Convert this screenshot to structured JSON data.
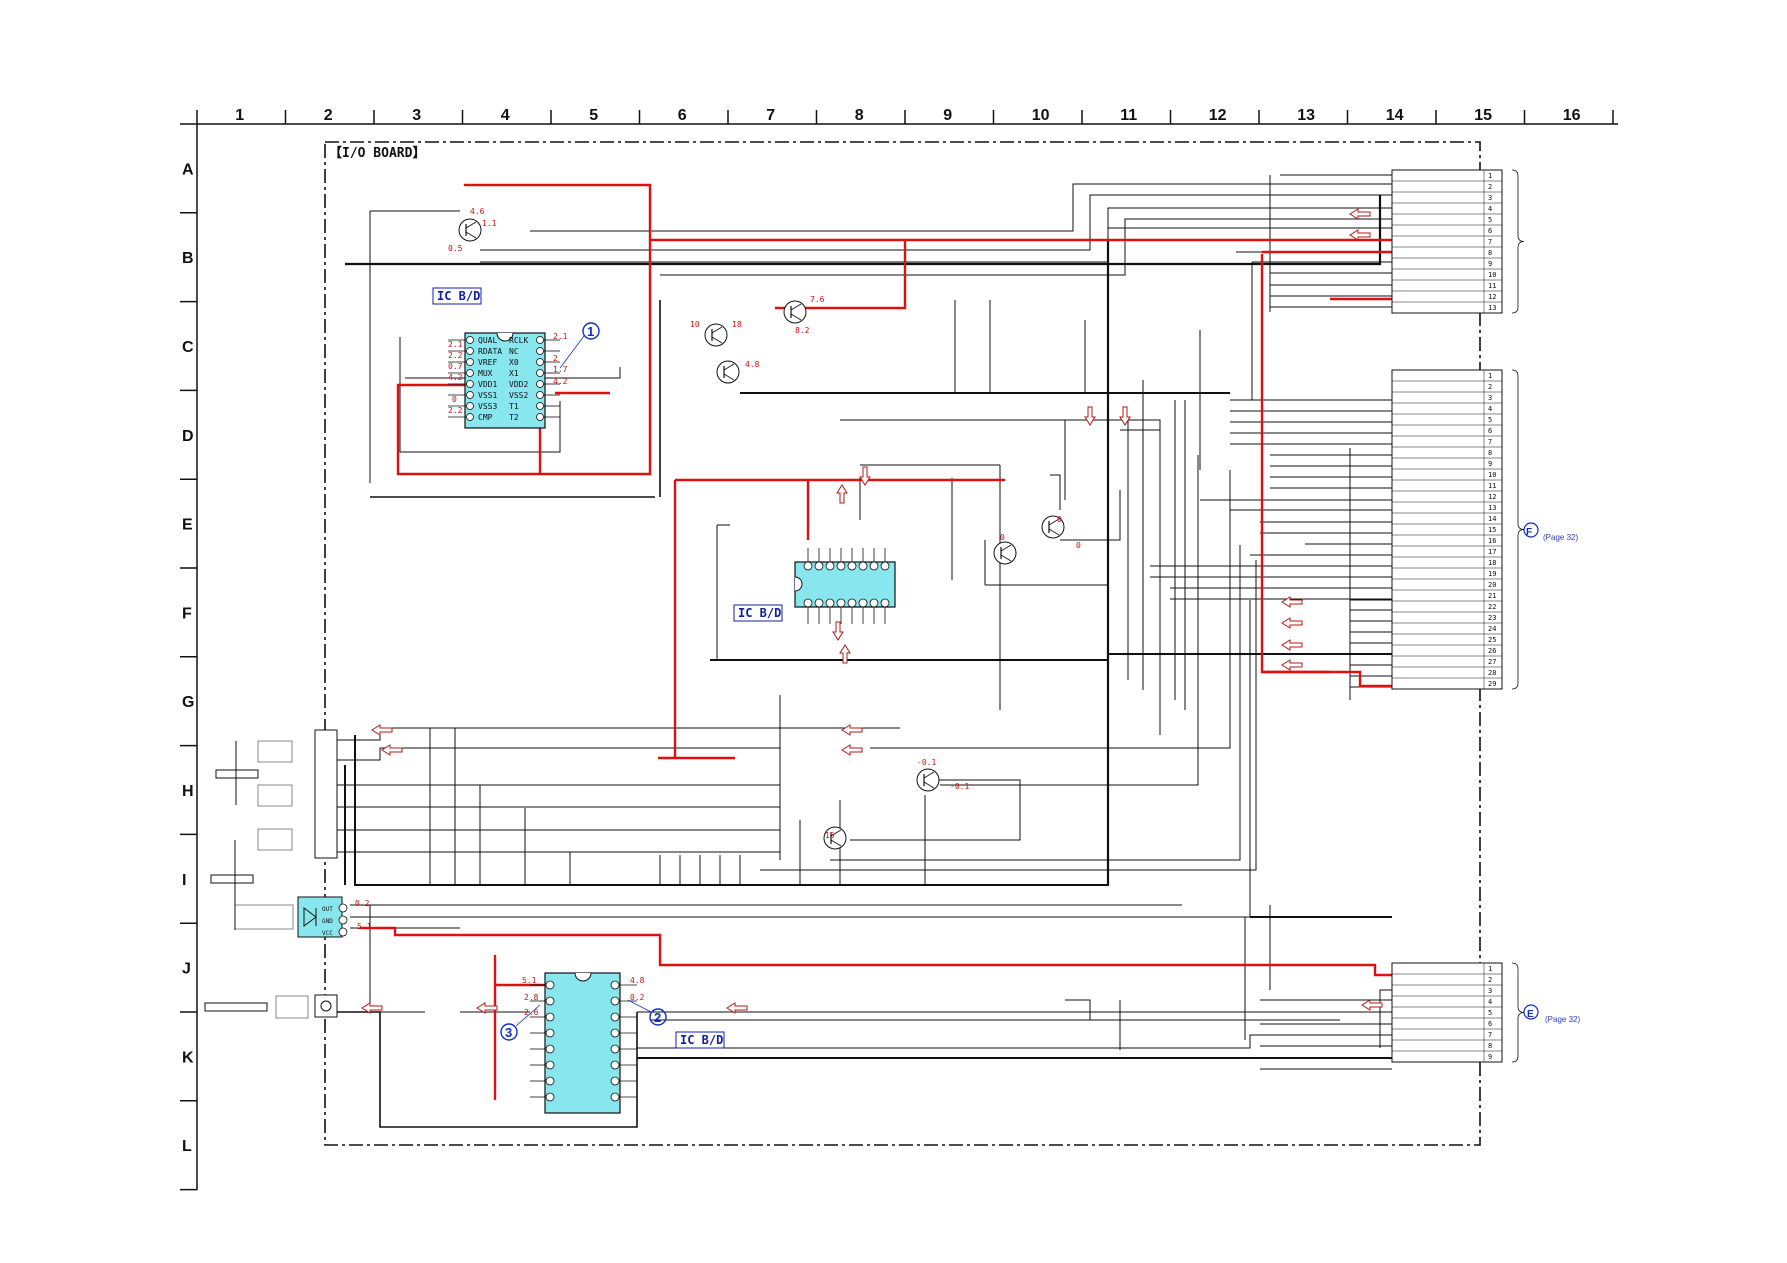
{
  "board_title": "【I/O BOARD】",
  "columns": [
    "1",
    "2",
    "3",
    "4",
    "5",
    "6",
    "7",
    "8",
    "9",
    "10",
    "11",
    "12",
    "13",
    "14",
    "15",
    "16"
  ],
  "rows": [
    "A",
    "B",
    "C",
    "D",
    "E",
    "F",
    "G",
    "H",
    "I",
    "J",
    "K",
    "L"
  ],
  "ic_labels": {
    "ic1": "IC B/D",
    "ic2": "IC B/D",
    "ic3": "IC B/D"
  },
  "ic1_pins_left": [
    "QUAL",
    "RDATA",
    "VREF",
    "MUX",
    "VDD1",
    "VSS1",
    "VSS3",
    "CMP"
  ],
  "ic1_pins_right": [
    "RCLK",
    "NC",
    "X0",
    "X1",
    "VDD2",
    "VSS2",
    "T1",
    "T2"
  ],
  "ic1_volts_left": [
    "2.1",
    "2.2",
    "0.7",
    "4.2",
    "0",
    "2.2"
  ],
  "ic1_volts_right": [
    "2.1",
    "2",
    "1.7",
    "4.2"
  ],
  "sensor_pins": [
    "OUT",
    "GND",
    "VCC"
  ],
  "sensor_volts": [
    "0.2",
    "5.1"
  ],
  "ic3_volts": [
    "5.1",
    "2.8",
    "2.6",
    "4.8",
    "0.2"
  ],
  "transistor_volts": [
    "4.6",
    "1.1",
    "0.5",
    "10",
    "18",
    "4.8",
    "7.6",
    "8.2",
    "0",
    "0",
    "0",
    "-0.1",
    "-0.1",
    "15"
  ],
  "callouts": [
    "1",
    "2",
    "3"
  ],
  "connector_refs": {
    "F": {
      "letter": "F",
      "page": "(Page 32)"
    },
    "E": {
      "letter": "E",
      "page": "(Page 32)"
    }
  },
  "connector_top_pins": 13,
  "connector_mid_pins": 29,
  "connector_bot_pins": 9,
  "colors": {
    "wire": "#111111",
    "power_red": "#dd1111",
    "ic_fill": "#88e6ee",
    "signal_arrow": "#b01818",
    "label_blue": "#1020a0"
  }
}
